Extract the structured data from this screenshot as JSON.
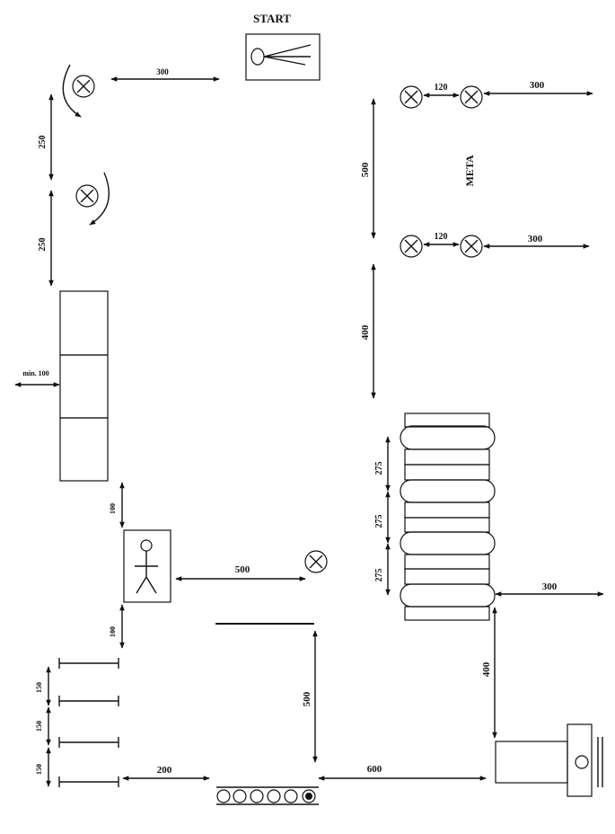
{
  "labels": {
    "start": "START",
    "meta": "META"
  },
  "dimensions": {
    "d_top_300": "300",
    "d_left_250_a": "250",
    "d_left_250_b": "250",
    "d_min_100": "min. 100",
    "d_100_a": "100",
    "d_500_person": "500",
    "d_100_b": "100",
    "d_150_a": "150",
    "d_150_b": "150",
    "d_150_c": "150",
    "d_200": "200",
    "d_500_vertical": "500",
    "d_600": "600",
    "d_400_bottom": "400",
    "d_300_right_mid": "300",
    "d_275_a": "275",
    "d_275_b": "275",
    "d_275_c": "275",
    "d_400_mid": "400",
    "d_500_meta": "500",
    "d_120_top": "120",
    "d_300_meta_top": "300",
    "d_120_bottom": "120",
    "d_300_meta_bottom": "300"
  }
}
